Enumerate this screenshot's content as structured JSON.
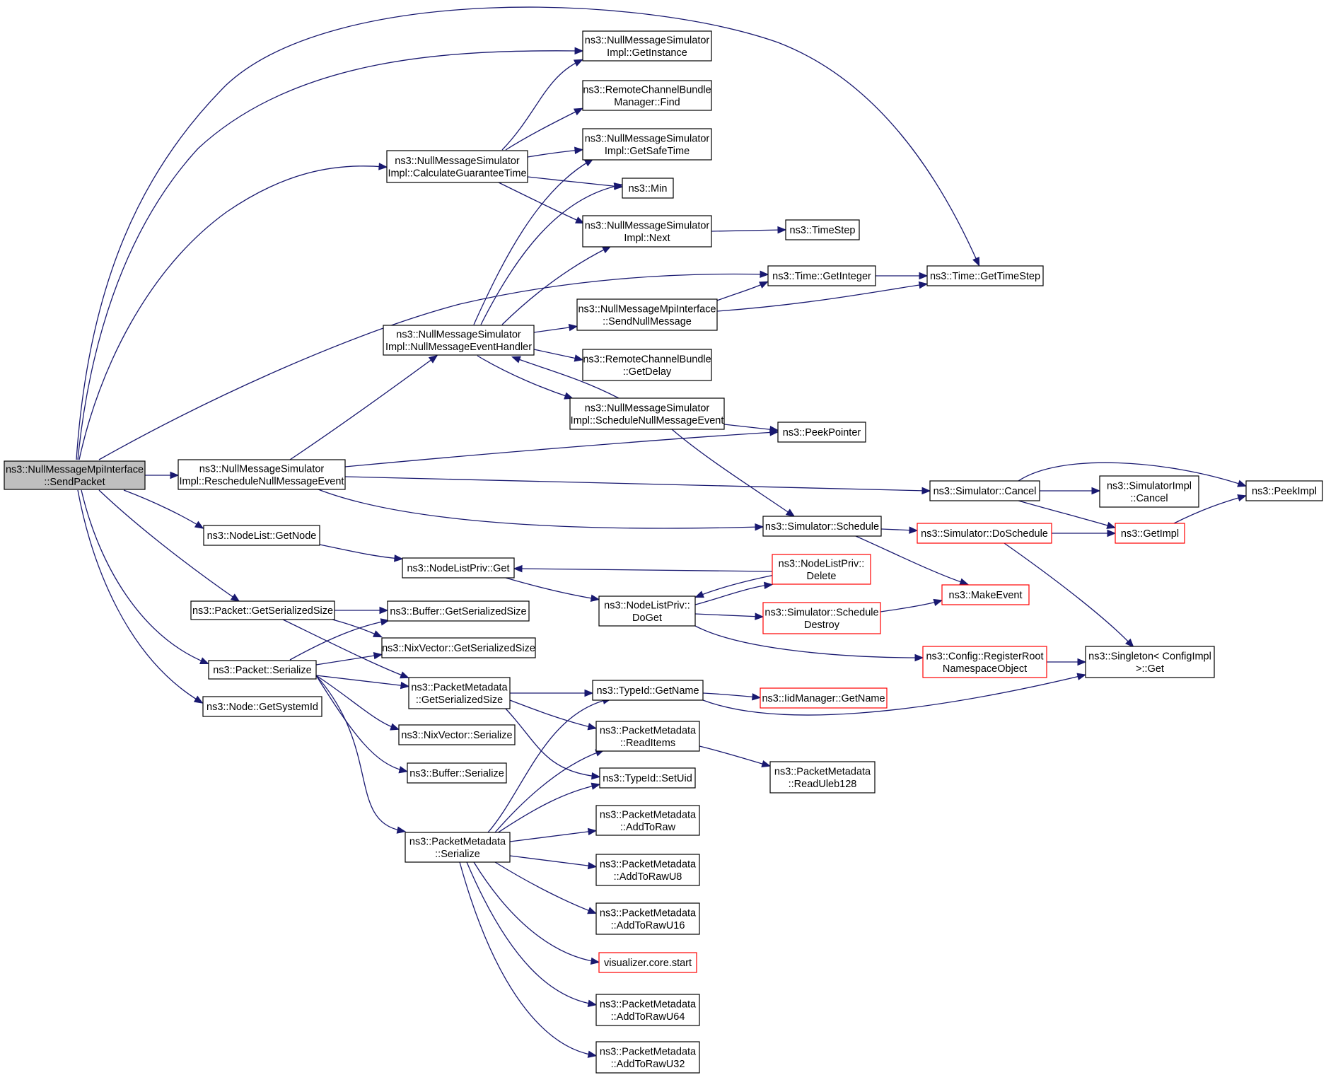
{
  "graph": {
    "nodes": [
      {
        "id": "root",
        "lines": [
          "ns3::NullMessageMpiInterface",
          "::SendPacket"
        ],
        "color": "gray"
      },
      {
        "id": "calcGuarantee",
        "lines": [
          "ns3::NullMessageSimulator",
          "Impl::CalculateGuaranteeTime"
        ],
        "color": "black"
      },
      {
        "id": "reschedule",
        "lines": [
          "ns3::NullMessageSimulator",
          "Impl::RescheduleNullMessageEvent"
        ],
        "color": "black"
      },
      {
        "id": "nullHandler",
        "lines": [
          "ns3::NullMessageSimulator",
          "Impl::NullMessageEventHandler"
        ],
        "color": "black"
      },
      {
        "id": "getNode",
        "lines": [
          "ns3::NodeList::GetNode"
        ],
        "color": "black"
      },
      {
        "id": "pktGetSerSize",
        "lines": [
          "ns3::Packet::GetSerializedSize"
        ],
        "color": "black"
      },
      {
        "id": "pktSerialize",
        "lines": [
          "ns3::Packet::Serialize"
        ],
        "color": "black"
      },
      {
        "id": "getSystemId",
        "lines": [
          "ns3::Node::GetSystemId"
        ],
        "color": "black"
      },
      {
        "id": "getInstance",
        "lines": [
          "ns3::NullMessageSimulator",
          "Impl::GetInstance"
        ],
        "color": "black"
      },
      {
        "id": "rcbmFind",
        "lines": [
          "ns3::RemoteChannelBundle",
          "Manager::Find"
        ],
        "color": "black"
      },
      {
        "id": "getSafeTime",
        "lines": [
          "ns3::NullMessageSimulator",
          "Impl::GetSafeTime"
        ],
        "color": "black"
      },
      {
        "id": "min",
        "lines": [
          "ns3::Min"
        ],
        "color": "black"
      },
      {
        "id": "next",
        "lines": [
          "ns3::NullMessageSimulator",
          "Impl::Next"
        ],
        "color": "black"
      },
      {
        "id": "sendNull",
        "lines": [
          "ns3::NullMessageMpiInterface",
          "::SendNullMessage"
        ],
        "color": "black"
      },
      {
        "id": "rcbGetDelay",
        "lines": [
          "ns3::RemoteChannelBundle",
          "::GetDelay"
        ],
        "color": "black"
      },
      {
        "id": "scheduleNull",
        "lines": [
          "ns3::NullMessageSimulator",
          "Impl::ScheduleNullMessageEvent"
        ],
        "color": "black"
      },
      {
        "id": "nodeListPrivGet",
        "lines": [
          "ns3::NodeListPriv::Get"
        ],
        "color": "black"
      },
      {
        "id": "bufGetSerSize",
        "lines": [
          "ns3::Buffer::GetSerializedSize"
        ],
        "color": "black"
      },
      {
        "id": "nixGetSerSize",
        "lines": [
          "ns3::NixVector::GetSerializedSize"
        ],
        "color": "black"
      },
      {
        "id": "pmGetSerSize",
        "lines": [
          "ns3::PacketMetadata",
          "::GetSerializedSize"
        ],
        "color": "black"
      },
      {
        "id": "nixSerialize",
        "lines": [
          "ns3::NixVector::Serialize"
        ],
        "color": "black"
      },
      {
        "id": "bufSerialize",
        "lines": [
          "ns3::Buffer::Serialize"
        ],
        "color": "black"
      },
      {
        "id": "pmSerialize",
        "lines": [
          "ns3::PacketMetadata",
          "::Serialize"
        ],
        "color": "black"
      },
      {
        "id": "timeStep",
        "lines": [
          "ns3::TimeStep"
        ],
        "color": "black"
      },
      {
        "id": "timeGetInteger",
        "lines": [
          "ns3::Time::GetInteger"
        ],
        "color": "black"
      },
      {
        "id": "peekPointer",
        "lines": [
          "ns3::PeekPointer"
        ],
        "color": "black"
      },
      {
        "id": "simSchedule",
        "lines": [
          "ns3::Simulator::Schedule"
        ],
        "color": "black"
      },
      {
        "id": "nlpDelete",
        "lines": [
          "ns3::NodeListPriv::",
          "Delete"
        ],
        "color": "red"
      },
      {
        "id": "nlpDoGet",
        "lines": [
          "ns3::NodeListPriv::",
          "DoGet"
        ],
        "color": "black"
      },
      {
        "id": "simScheduleDestroy",
        "lines": [
          "ns3::Simulator::Schedule",
          "Destroy"
        ],
        "color": "red"
      },
      {
        "id": "typeIdGetName",
        "lines": [
          "ns3::TypeId::GetName"
        ],
        "color": "black"
      },
      {
        "id": "pmReadItems",
        "lines": [
          "ns3::PacketMetadata",
          "::ReadItems"
        ],
        "color": "black"
      },
      {
        "id": "typeIdSetUid",
        "lines": [
          "ns3::TypeId::SetUid"
        ],
        "color": "black"
      },
      {
        "id": "pmAddToRaw",
        "lines": [
          "ns3::PacketMetadata",
          "::AddToRaw"
        ],
        "color": "black"
      },
      {
        "id": "pmAddToRawU8",
        "lines": [
          "ns3::PacketMetadata",
          "::AddToRawU8"
        ],
        "color": "black"
      },
      {
        "id": "pmAddToRawU16",
        "lines": [
          "ns3::PacketMetadata",
          "::AddToRawU16"
        ],
        "color": "black"
      },
      {
        "id": "vizStart",
        "lines": [
          "visualizer.core.start"
        ],
        "color": "red"
      },
      {
        "id": "pmAddToRawU64",
        "lines": [
          "ns3::PacketMetadata",
          "::AddToRawU64"
        ],
        "color": "black"
      },
      {
        "id": "pmAddToRawU32",
        "lines": [
          "ns3::PacketMetadata",
          "::AddToRawU32"
        ],
        "color": "black"
      },
      {
        "id": "timeGetTimeStep",
        "lines": [
          "ns3::Time::GetTimeStep"
        ],
        "color": "black"
      },
      {
        "id": "simCancel",
        "lines": [
          "ns3::Simulator::Cancel"
        ],
        "color": "black"
      },
      {
        "id": "simDoSchedule",
        "lines": [
          "ns3::Simulator::DoSchedule"
        ],
        "color": "red"
      },
      {
        "id": "makeEvent",
        "lines": [
          "ns3::MakeEvent"
        ],
        "color": "red"
      },
      {
        "id": "registerRoot",
        "lines": [
          "ns3::Config::RegisterRoot",
          "NamespaceObject"
        ],
        "color": "red"
      },
      {
        "id": "iidGetName",
        "lines": [
          "ns3::IidManager::GetName"
        ],
        "color": "red"
      },
      {
        "id": "pmReadUleb",
        "lines": [
          "ns3::PacketMetadata",
          "::ReadUleb128"
        ],
        "color": "black"
      },
      {
        "id": "simImplCancel",
        "lines": [
          "ns3::SimulatorImpl",
          "::Cancel"
        ],
        "color": "black"
      },
      {
        "id": "getImpl",
        "lines": [
          "ns3::GetImpl"
        ],
        "color": "red"
      },
      {
        "id": "singletonGet",
        "lines": [
          "ns3::Singleton< ConfigImpl",
          " >::Get"
        ],
        "color": "black"
      },
      {
        "id": "peekImpl",
        "lines": [
          "ns3::PeekImpl"
        ],
        "color": "black"
      }
    ]
  }
}
